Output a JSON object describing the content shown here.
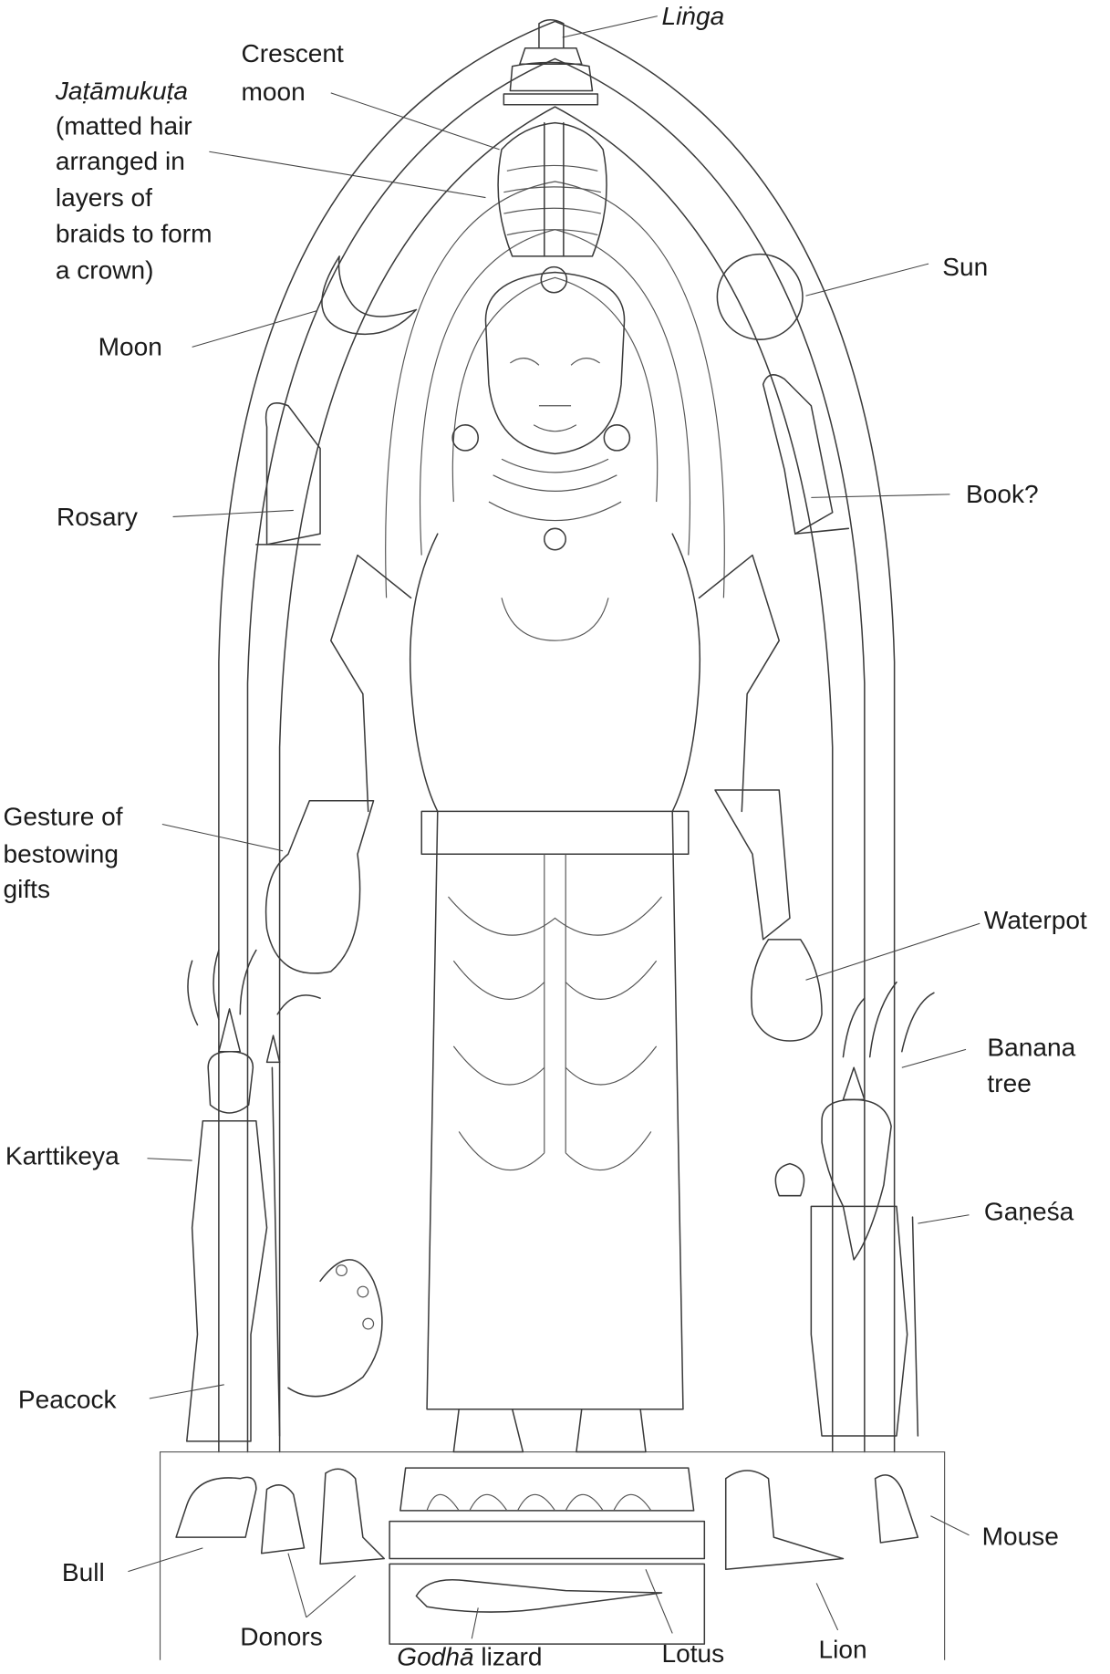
{
  "figure": {
    "line_color": "#3a3a3a",
    "labels": {
      "linga": "Liṅga",
      "crescent_moon": [
        "Crescent",
        "moon"
      ],
      "jatamukuta": [
        "Jaṭāmukuṭa",
        "(matted hair",
        "arranged in",
        "layers of",
        "braids to form",
        "a crown)"
      ],
      "sun": "Sun",
      "moon": "Moon",
      "rosary": "Rosary",
      "book": "Book?",
      "gesture": [
        "Gesture of",
        "bestowing",
        "gifts"
      ],
      "waterpot": "Waterpot",
      "banana_tree": [
        "Banana",
        "tree"
      ],
      "karttikeya": "Karttikeya",
      "ganesa": "Gaṇeśa",
      "peacock": "Peacock",
      "mouse": "Mouse",
      "bull": "Bull",
      "donors": "Donors",
      "godha": "Godhā",
      "lizard": " lizard",
      "lotus": "Lotus",
      "lion": "Lion"
    }
  }
}
